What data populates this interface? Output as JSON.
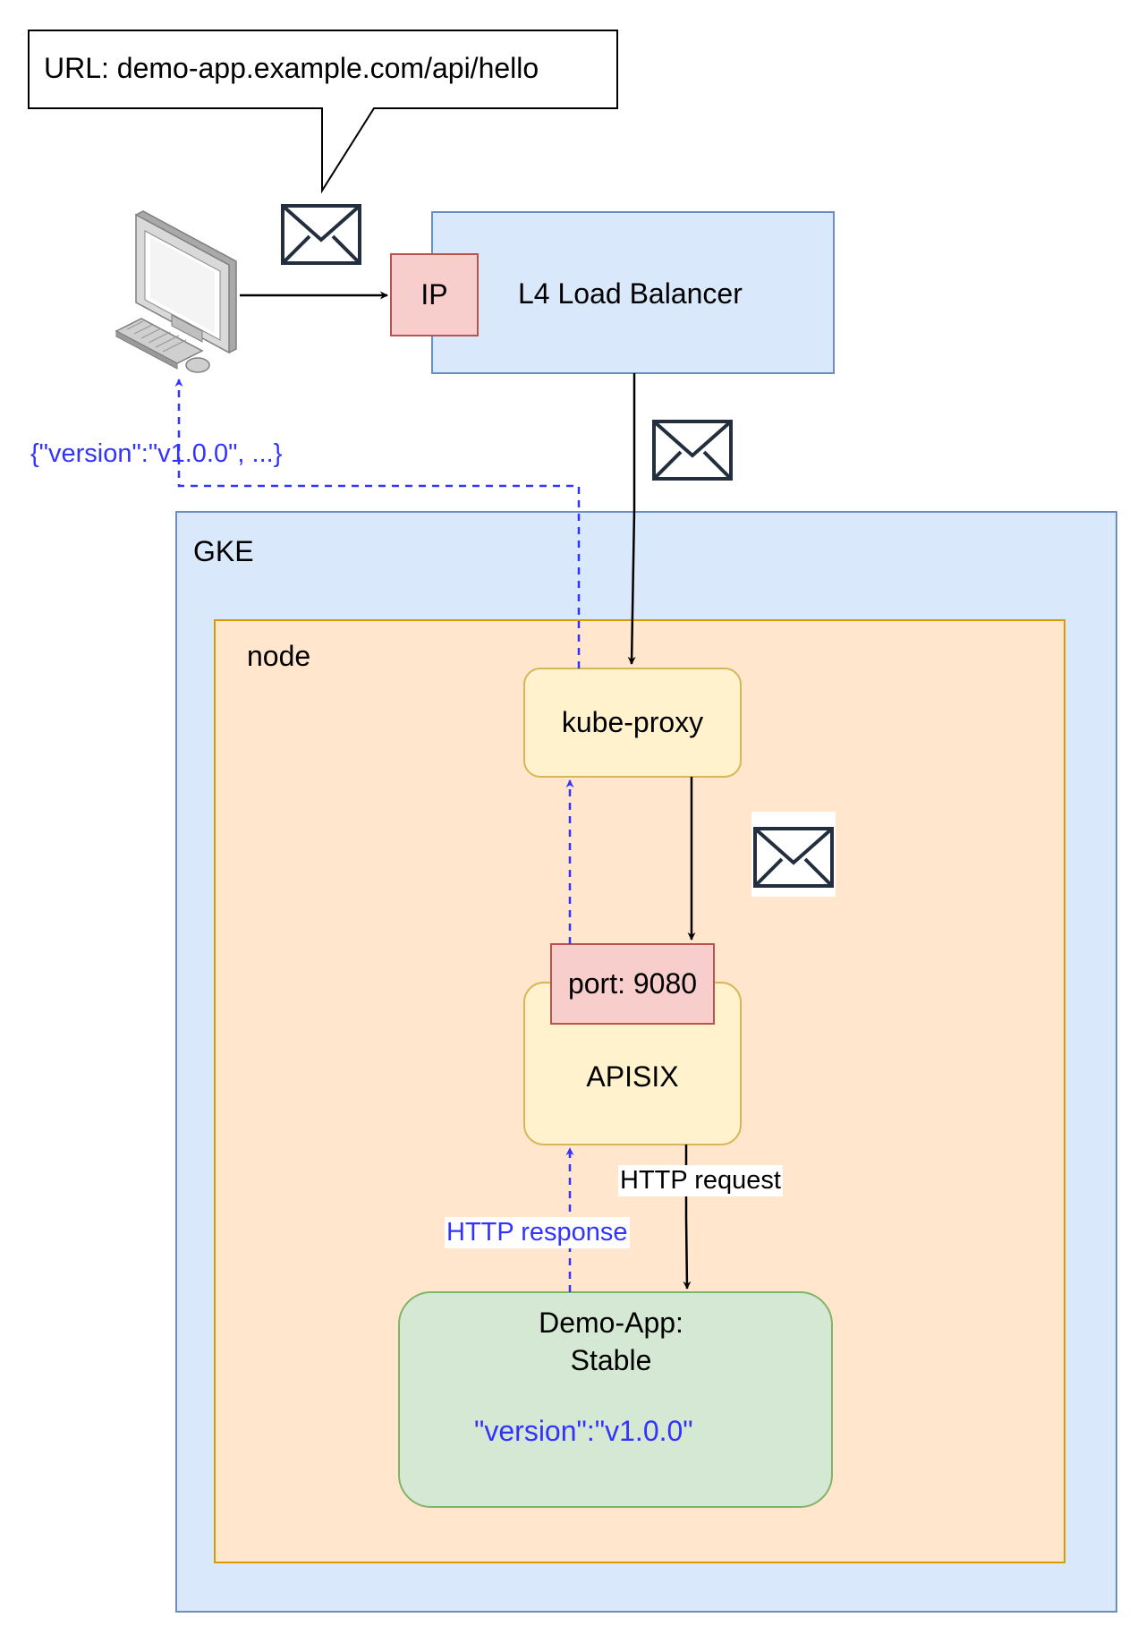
{
  "callout": {
    "text": "URL: demo-app.example.com/api/hello"
  },
  "load_balancer": {
    "ip_label": "IP",
    "title": "L4 Load Balancer"
  },
  "gke": {
    "title": "GKE"
  },
  "node": {
    "title": "node"
  },
  "kube_proxy": {
    "title": "kube-proxy"
  },
  "apisix": {
    "port_label": "port: 9080",
    "title": "APISIX"
  },
  "demo_app": {
    "title_line1": "Demo-App:",
    "title_line2": "Stable",
    "version": "\"version\":\"v1.0.0\""
  },
  "edges": {
    "response_to_client": "{\"version\":\"v1.0.0\", ...}",
    "http_request": "HTTP request",
    "http_response": "HTTP response"
  },
  "icons": [
    "computer-icon",
    "envelope-icon"
  ],
  "colors": {
    "gke_fill": "#dae8fc",
    "gke_stroke": "#6c8ebf",
    "node_fill": "#ffe6cc",
    "node_stroke": "#d79b00",
    "component_fill": "#fff2cc",
    "component_stroke": "#d6b656",
    "port_fill": "#f8cecc",
    "port_stroke": "#b85450",
    "app_fill": "#d5e8d4",
    "app_stroke": "#82b366",
    "response_line": "#3333ff"
  }
}
